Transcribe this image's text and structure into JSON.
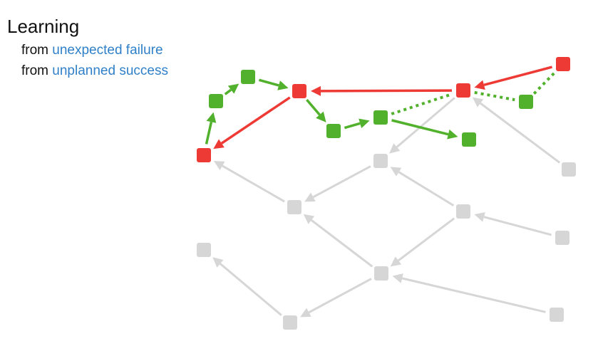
{
  "title": "Learning",
  "lines": [
    {
      "prefix": "from",
      "highlight": "unexpected failure"
    },
    {
      "prefix": "from",
      "highlight": "unplanned success"
    }
  ],
  "colors": {
    "failure": "#ee3a35",
    "success": "#52b12c",
    "inactive": "#d6d6d6",
    "highlight": "#2f80c8"
  },
  "nodes": [
    {
      "id": "R1",
      "kind": "failure"
    },
    {
      "id": "G1",
      "kind": "success"
    },
    {
      "id": "G2",
      "kind": "success"
    },
    {
      "id": "R2",
      "kind": "failure"
    },
    {
      "id": "G3",
      "kind": "success"
    },
    {
      "id": "G4",
      "kind": "success"
    },
    {
      "id": "G5",
      "kind": "success"
    },
    {
      "id": "R3",
      "kind": "failure"
    },
    {
      "id": "G6",
      "kind": "success"
    },
    {
      "id": "R4",
      "kind": "failure"
    },
    {
      "id": "A",
      "kind": "inactive"
    },
    {
      "id": "B",
      "kind": "inactive"
    },
    {
      "id": "C",
      "kind": "inactive"
    },
    {
      "id": "D",
      "kind": "inactive"
    },
    {
      "id": "E",
      "kind": "inactive"
    },
    {
      "id": "F",
      "kind": "inactive"
    },
    {
      "id": "H",
      "kind": "inactive"
    },
    {
      "id": "I",
      "kind": "inactive"
    },
    {
      "id": "J",
      "kind": "inactive"
    }
  ],
  "edges": [
    {
      "from": "B",
      "to": "R1",
      "kind": "inactive"
    },
    {
      "from": "A",
      "to": "B",
      "kind": "inactive"
    },
    {
      "from": "R3",
      "to": "A",
      "kind": "inactive"
    },
    {
      "from": "H",
      "to": "R3",
      "kind": "inactive"
    },
    {
      "from": "C",
      "to": "A",
      "kind": "inactive"
    },
    {
      "from": "D",
      "to": "B",
      "kind": "inactive"
    },
    {
      "from": "C",
      "to": "D",
      "kind": "inactive"
    },
    {
      "from": "I",
      "to": "C",
      "kind": "inactive"
    },
    {
      "from": "J",
      "to": "D",
      "kind": "inactive"
    },
    {
      "from": "D",
      "to": "F",
      "kind": "inactive"
    },
    {
      "from": "F",
      "to": "E",
      "kind": "inactive"
    },
    {
      "from": "R1",
      "to": "G1",
      "kind": "success"
    },
    {
      "from": "G1",
      "to": "G2",
      "kind": "success"
    },
    {
      "from": "G2",
      "to": "R2",
      "kind": "success"
    },
    {
      "from": "R2",
      "to": "G3",
      "kind": "success"
    },
    {
      "from": "G3",
      "to": "G4",
      "kind": "success"
    },
    {
      "from": "G4",
      "to": "G5",
      "kind": "success"
    },
    {
      "from": "R2",
      "to": "R1",
      "kind": "failure"
    },
    {
      "from": "R3",
      "to": "R2",
      "kind": "failure"
    },
    {
      "from": "R4",
      "to": "R3",
      "kind": "failure"
    },
    {
      "from": "G4",
      "to": "R3",
      "kind": "planned"
    },
    {
      "from": "R3",
      "to": "G6",
      "kind": "planned"
    },
    {
      "from": "G6",
      "to": "R4",
      "kind": "planned"
    }
  ]
}
